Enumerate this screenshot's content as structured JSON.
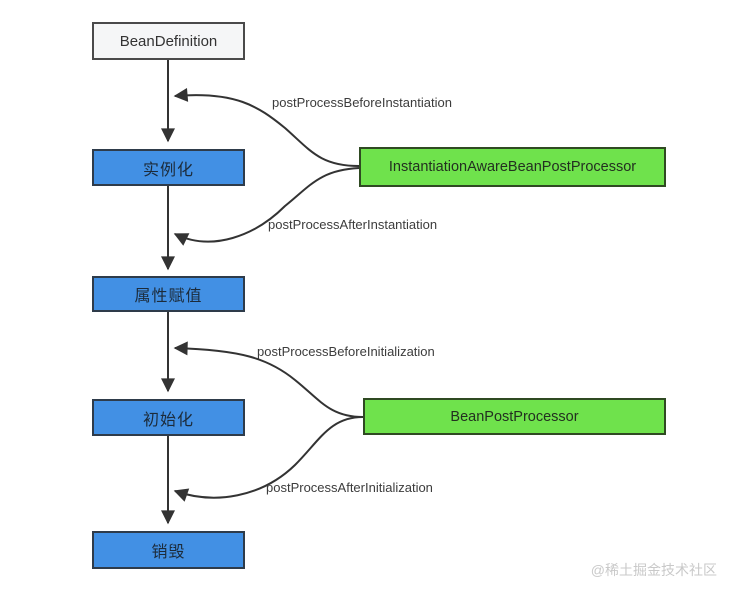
{
  "diagram": {
    "nodes": {
      "bean_definition": {
        "label": "BeanDefinition"
      },
      "instantiation": {
        "label": "实例化"
      },
      "property_assignment": {
        "label": "属性赋值"
      },
      "initialization": {
        "label": "初始化"
      },
      "destroy": {
        "label": "销毁"
      },
      "instantiation_aware_bean_post_processor": {
        "label": "InstantiationAwareBeanPostProcessor"
      },
      "bean_post_processor": {
        "label": "BeanPostProcessor"
      }
    },
    "edges": {
      "before_instantiation": {
        "label": "postProcessBeforeInstantiation"
      },
      "after_instantiation": {
        "label": "postProcessAfterInstantiation"
      },
      "before_initialization": {
        "label": "postProcessBeforeInitialization"
      },
      "after_initialization": {
        "label": "postProcessAfterInitialization"
      }
    },
    "colors": {
      "stage_fill": "#4290e4",
      "processor_fill": "#6fe24c",
      "start_fill": "#f5f6f7",
      "line": "#333333"
    }
  },
  "watermark": {
    "text": "@稀土掘金技术社区"
  }
}
